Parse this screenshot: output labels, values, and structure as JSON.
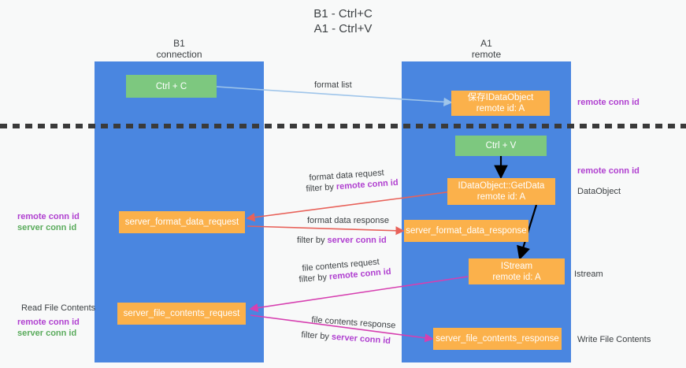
{
  "title": {
    "line1": "B1 - Ctrl+C",
    "line2": "A1 - Ctrl+V"
  },
  "columns": [
    {
      "name": "B1",
      "role": "connection"
    },
    {
      "name": "A1",
      "role": "remote"
    }
  ],
  "boxes": {
    "ctrl_c": "Ctrl + C",
    "save_idataobject": "保存IDataObject\nremote id: A",
    "ctrl_v": "Ctrl + V",
    "idataobject_getdata": "IDataObject::GetData\nremote id: A",
    "server_format_data_request": "server_format_data_request",
    "server_format_data_response": "server_format_data_response",
    "istream": "IStream\nremote id: A",
    "server_file_contents_request": "server_file_contents_request",
    "server_file_contents_response": "server_file_contents_response"
  },
  "edge_labels": {
    "format_list": "format list",
    "format_data_request": "format data request",
    "format_data_request_filter_prefix": "filter by ",
    "format_data_request_filter_value": "remote conn id",
    "format_data_response": "format data response",
    "format_data_response_filter_prefix": "filter by ",
    "format_data_response_filter_value": "server conn id",
    "file_contents_request": "file contents request",
    "file_contents_request_filter_prefix": "filter by ",
    "file_contents_request_filter_value": "remote conn id",
    "file_contents_response": "file contents response",
    "file_contents_response_filter_prefix": "filter by ",
    "file_contents_response_filter_value": "server conn id"
  },
  "left_labels": {
    "conn_ids_remote": "remote conn id",
    "conn_ids_server": "server conn id",
    "read_file_contents": "Read File Contents",
    "read_remote": "remote conn id",
    "read_server": "server conn id"
  },
  "right_labels": {
    "remote_conn_id_top": "remote conn id",
    "remote_conn_id_mid": "remote conn id",
    "dataobject": "DataObject",
    "istream": "Istream",
    "write_file_contents": "Write File Contents"
  },
  "colors": {
    "panel_blue": "#4a86e0",
    "box_green": "#7dc87f",
    "box_orange": "#fbb14b",
    "purple": "#b040d0",
    "green_text": "#5aab5c",
    "arrow_lightblue": "#9fc5ea",
    "arrow_red": "#e8625a",
    "arrow_magenta": "#d63fb0",
    "arrow_black": "#000000",
    "divider": "#3a3a3a",
    "background": "#f8f9f9"
  }
}
